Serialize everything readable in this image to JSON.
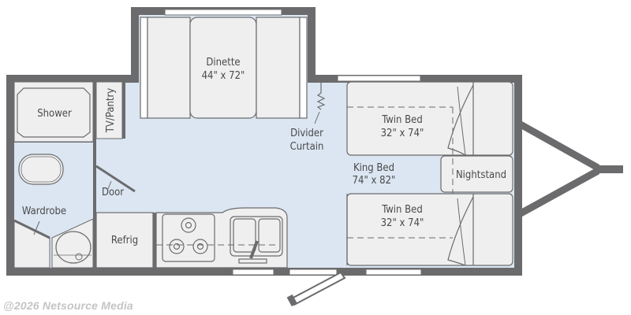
{
  "floorplan": {
    "title": "Travel Trailer Floor Plan",
    "colors": {
      "wall": "#6b6b6d",
      "floor": "#dbe6f2",
      "furniture": "#efefef",
      "furniture_stroke": "#6b6b6d",
      "window": "#ffffff",
      "text": "#4a4a4a",
      "watermark": "#c4c4c4"
    },
    "labels": {
      "dinette": "Dinette",
      "dinette_size": "44\" x 72\"",
      "shower": "Shower",
      "tv_pantry": "TV/Pantry",
      "divider": "Divider",
      "curtain": "Curtain",
      "twin_bed_top": "Twin Bed",
      "twin_bed_top_size": "32\" x 74\"",
      "king_bed": "King Bed",
      "king_bed_size": "74\" x 82\"",
      "nightstand": "Nightstand",
      "twin_bed_bottom": "Twin Bed",
      "twin_bed_bottom_size": "32\" x 74\"",
      "door": "Door",
      "wardrobe": "Wardrobe",
      "refrig": "Refrig"
    }
  },
  "watermark": "@2026 Netsource Media"
}
